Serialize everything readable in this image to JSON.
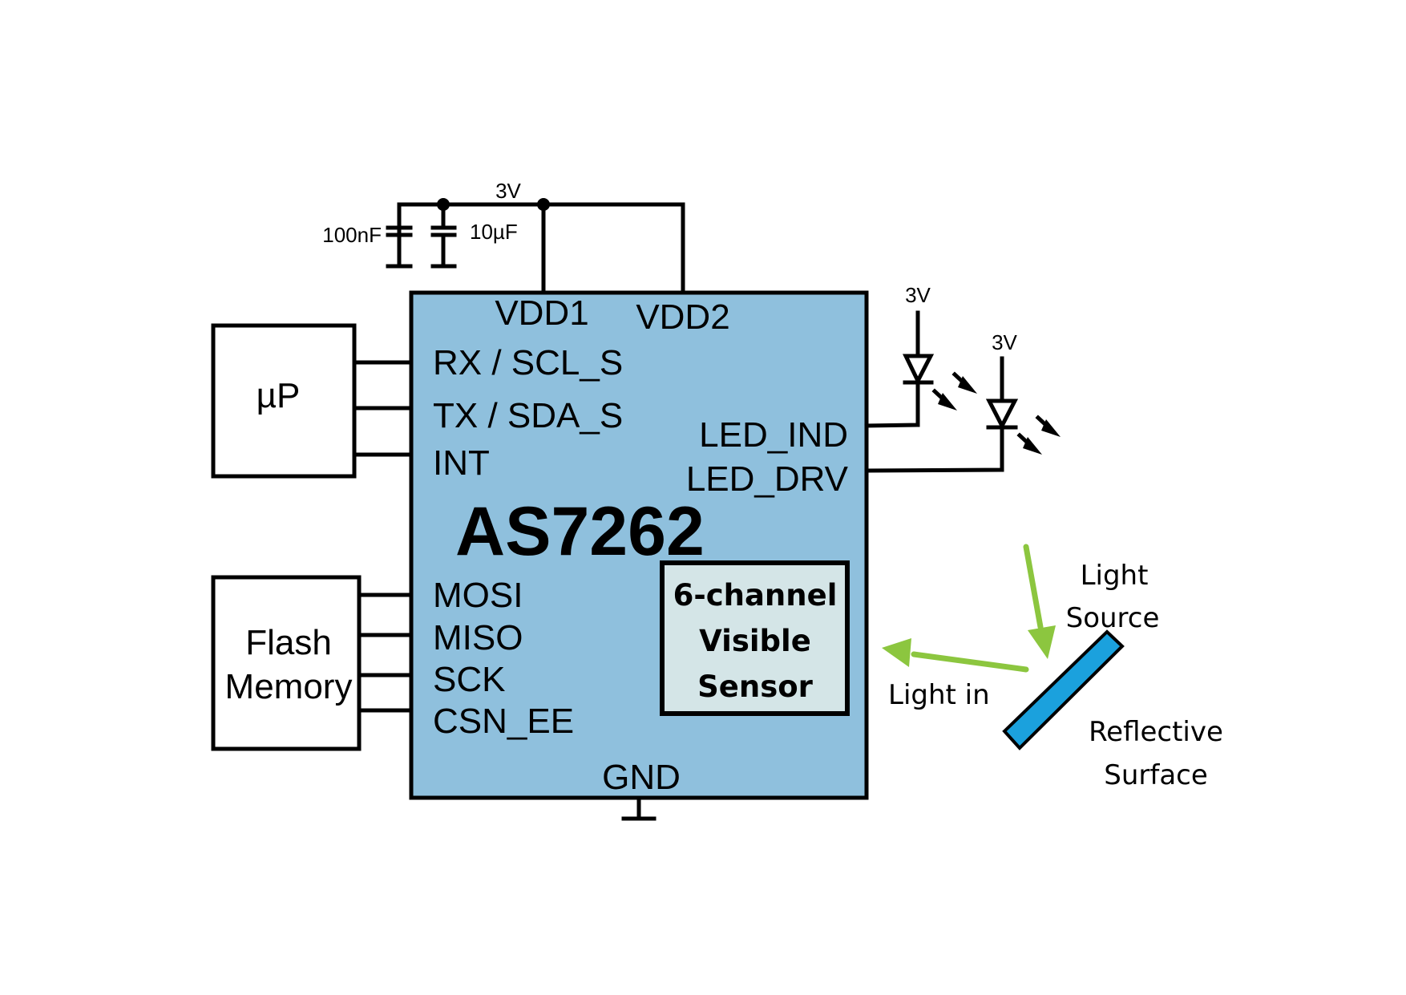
{
  "diagram": {
    "chip": {
      "name": "AS7262",
      "fill_color": "#8fc0dd",
      "top_pins": [
        "VDD1",
        "VDD2"
      ],
      "left_pins_upper": [
        "RX / SCL_S",
        "TX / SDA_S",
        "INT"
      ],
      "left_pins_lower": [
        "MOSI",
        "MISO",
        "SCK",
        "CSN_EE"
      ],
      "right_pins": [
        "LED_IND",
        "LED_DRV"
      ],
      "bottom_pin": "GND",
      "sensor_block": [
        "6-channel",
        "Visible",
        "Sensor"
      ]
    },
    "supply": {
      "rail_label": "3V",
      "cap1_label": "100nF",
      "cap2_label": "10µF"
    },
    "microprocessor": {
      "label": "µP"
    },
    "flash": {
      "label_line1": "Flash",
      "label_line2": "Memory"
    },
    "leds": [
      {
        "supply_label": "3V",
        "connects_to": "LED_IND"
      },
      {
        "supply_label": "3V",
        "connects_to": "LED_DRV"
      }
    ],
    "optics": {
      "light_source_line1": "Light",
      "light_source_line2": "Source",
      "light_in": "Light in",
      "reflective_line1": "Reflective",
      "reflective_line2": "Surface",
      "arrow_color": "#8cc63f",
      "surface_color": "#1ba1dd"
    }
  }
}
